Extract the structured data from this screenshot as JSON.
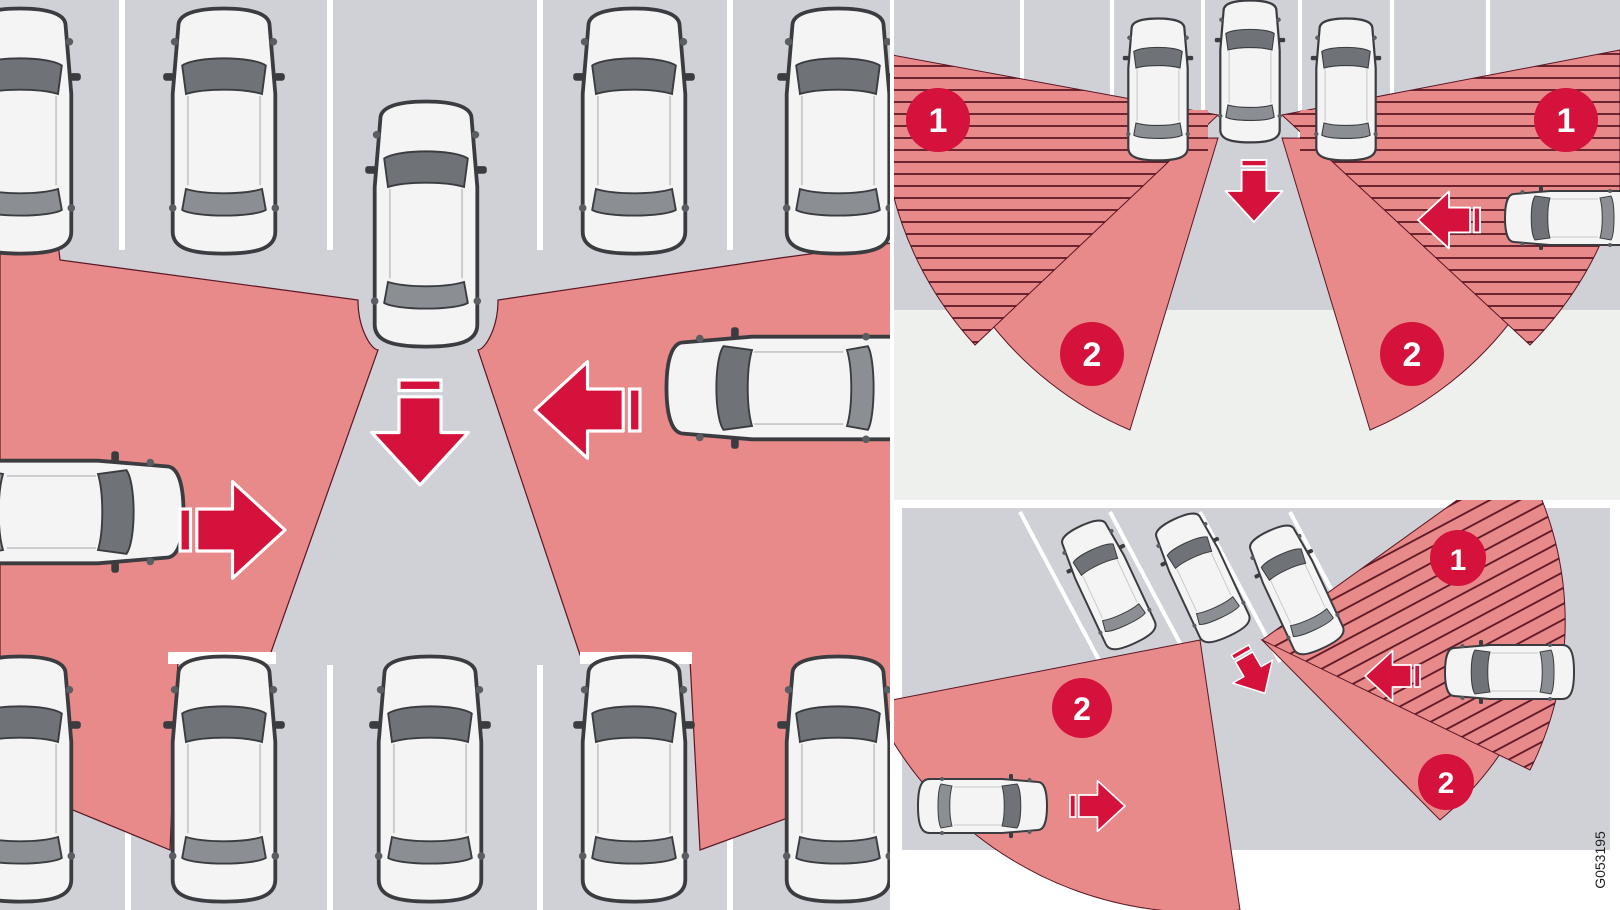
{
  "colors": {
    "asphalt": "#cfd1d7",
    "road": "#eef0ee",
    "zone": "#e8898a",
    "zone_hatch_line": "#5a1622",
    "arrow_red": "#d4123b",
    "badge_red": "#d4123b",
    "car_body": "#f3f4f3",
    "car_outline": "#3a3c40",
    "line_white": "#ffffff"
  },
  "icons": [
    "car-icon",
    "arrow-icon",
    "zone-number-badge"
  ],
  "zone_labels": {
    "zone_1": "1",
    "zone_2": "2"
  },
  "figure_id": "G053195"
}
